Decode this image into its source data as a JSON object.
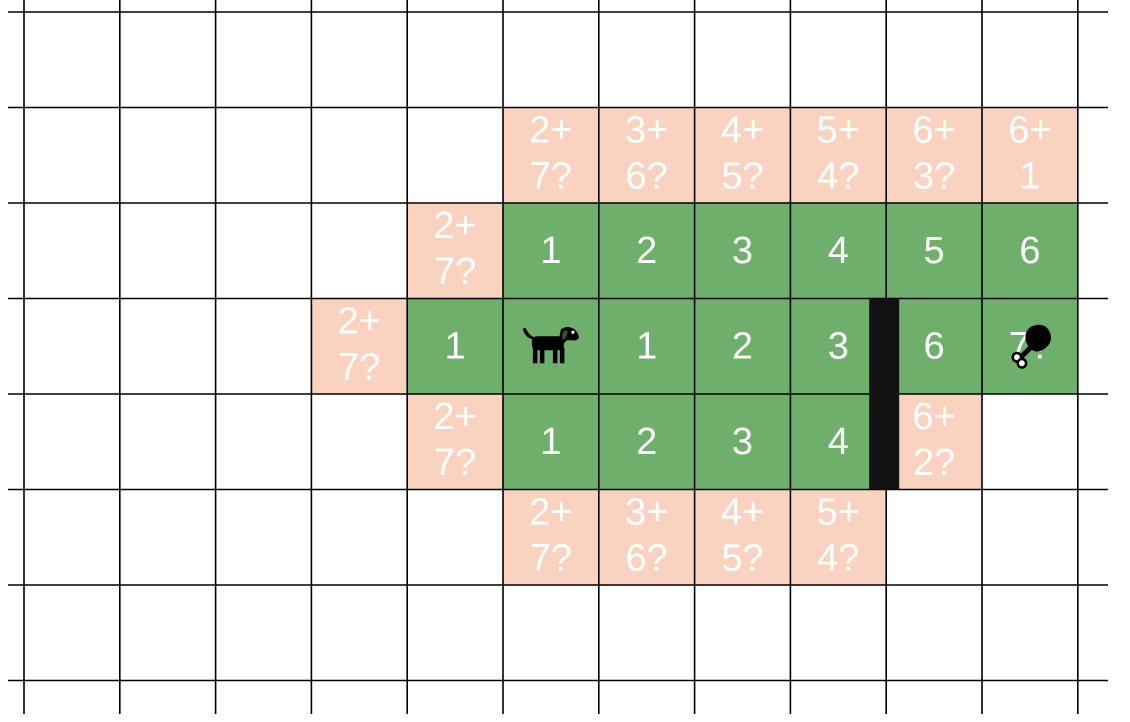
{
  "colors": {
    "frontier": "#f9d3bf",
    "visited": "#6eb06b",
    "label_text": "#ffffff",
    "grid_line": "#000000",
    "wall": "#111111",
    "dog": "#000000",
    "food": "#000000"
  },
  "icons": {
    "start": "dog-icon",
    "goal": "chicken-leg-icon"
  },
  "start": {
    "row": 3,
    "col": 5
  },
  "goal": {
    "row": 3,
    "col": 10
  },
  "wall": {
    "col_boundary": 9,
    "from_row": 3,
    "to_row": 4
  },
  "cells": [
    {
      "row": 1,
      "col": 5,
      "kind": "frontier",
      "lines": [
        "2+",
        "7?"
      ]
    },
    {
      "row": 1,
      "col": 6,
      "kind": "frontier",
      "lines": [
        "3+",
        "6?"
      ]
    },
    {
      "row": 1,
      "col": 7,
      "kind": "frontier",
      "lines": [
        "4+",
        "5?"
      ]
    },
    {
      "row": 1,
      "col": 8,
      "kind": "frontier",
      "lines": [
        "5+",
        "4?"
      ]
    },
    {
      "row": 1,
      "col": 9,
      "kind": "frontier",
      "lines": [
        "6+",
        "3?"
      ]
    },
    {
      "row": 1,
      "col": 10,
      "kind": "frontier",
      "lines": [
        "6+",
        "1"
      ]
    },
    {
      "row": 2,
      "col": 4,
      "kind": "frontier",
      "lines": [
        "2+",
        "7?"
      ]
    },
    {
      "row": 2,
      "col": 5,
      "kind": "visited",
      "lines": [
        "1"
      ]
    },
    {
      "row": 2,
      "col": 6,
      "kind": "visited",
      "lines": [
        "2"
      ]
    },
    {
      "row": 2,
      "col": 7,
      "kind": "visited",
      "lines": [
        "3"
      ]
    },
    {
      "row": 2,
      "col": 8,
      "kind": "visited",
      "lines": [
        "4"
      ]
    },
    {
      "row": 2,
      "col": 9,
      "kind": "visited",
      "lines": [
        "5"
      ]
    },
    {
      "row": 2,
      "col": 10,
      "kind": "visited",
      "lines": [
        "6"
      ]
    },
    {
      "row": 3,
      "col": 3,
      "kind": "frontier",
      "lines": [
        "2+",
        "7?"
      ]
    },
    {
      "row": 3,
      "col": 4,
      "kind": "visited",
      "lines": [
        "1"
      ]
    },
    {
      "row": 3,
      "col": 5,
      "kind": "visited",
      "lines": []
    },
    {
      "row": 3,
      "col": 6,
      "kind": "visited",
      "lines": [
        "1"
      ]
    },
    {
      "row": 3,
      "col": 7,
      "kind": "visited",
      "lines": [
        "2"
      ]
    },
    {
      "row": 3,
      "col": 8,
      "kind": "visited",
      "lines": [
        "3"
      ]
    },
    {
      "row": 3,
      "col": 9,
      "kind": "visited",
      "lines": [
        "6"
      ]
    },
    {
      "row": 3,
      "col": 10,
      "kind": "visited",
      "lines": [
        "7?"
      ]
    },
    {
      "row": 4,
      "col": 4,
      "kind": "frontier",
      "lines": [
        "2+",
        "7?"
      ]
    },
    {
      "row": 4,
      "col": 5,
      "kind": "visited",
      "lines": [
        "1"
      ]
    },
    {
      "row": 4,
      "col": 6,
      "kind": "visited",
      "lines": [
        "2"
      ]
    },
    {
      "row": 4,
      "col": 7,
      "kind": "visited",
      "lines": [
        "3"
      ]
    },
    {
      "row": 4,
      "col": 8,
      "kind": "visited",
      "lines": [
        "4"
      ]
    },
    {
      "row": 4,
      "col": 9,
      "kind": "frontier",
      "lines": [
        "6+",
        "2?"
      ]
    },
    {
      "row": 5,
      "col": 5,
      "kind": "frontier",
      "lines": [
        "2+",
        "7?"
      ]
    },
    {
      "row": 5,
      "col": 6,
      "kind": "frontier",
      "lines": [
        "3+",
        "6?"
      ]
    },
    {
      "row": 5,
      "col": 7,
      "kind": "frontier",
      "lines": [
        "4+",
        "5?"
      ]
    },
    {
      "row": 5,
      "col": 8,
      "kind": "frontier",
      "lines": [
        "5+",
        "4?"
      ]
    }
  ]
}
